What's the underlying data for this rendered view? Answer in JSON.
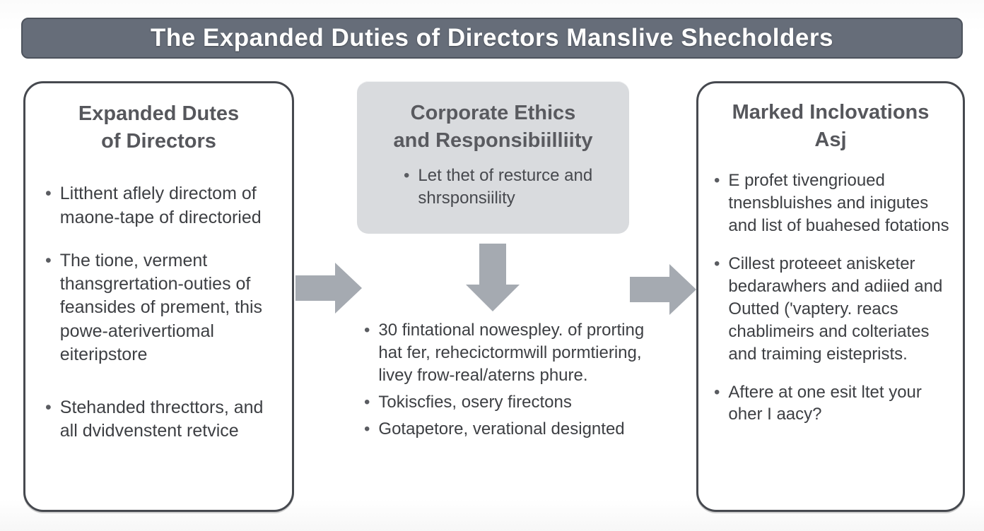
{
  "title": "The Expanded Duties of Directors Manslive Shecholders",
  "colors": {
    "title_bar_bg": "#666d79",
    "box_border": "#46494f",
    "middle_box_bg": "#d9dbde",
    "arrow": "#a5aab1",
    "heading_text": "#56575c",
    "body_text": "#3d3f43"
  },
  "icons": {
    "arrow_right": "arrow-right-icon",
    "arrow_down": "arrow-down-icon",
    "bullet": "•"
  },
  "left_box": {
    "heading_lines": [
      "Expanded Dutes",
      "of Directors"
    ],
    "bullets": [
      "Litthent aflely directom of maone-tape of directoried",
      "The tione, verment thansgrertation-outies of feansides of prement, this powe-aterivertiomal eiteripstore",
      "Stehanded threcttors, and all dvidvenstent retvice"
    ]
  },
  "middle_box": {
    "heading_lines": [
      "Corporate Ethics",
      "and Responsibiilliity"
    ],
    "bullets": [
      "Let thet of resturce and shrsponsiility"
    ]
  },
  "middle_lower": {
    "bullets": [
      "30 fintational nowespley. of prorting hat fer, rehecictormwill pormtiering, livey frow-real/aterns phure.",
      "Tokiscfies, osery firectons",
      "Gotapetore, verational designted"
    ]
  },
  "right_box": {
    "heading_lines": [
      "Marked Inclovations",
      "Asj"
    ],
    "bullets": [
      "E profet tivengrioued tnensbluishes and inigutes and list of buahesed fotations",
      "Cillest proteeet anisketer bedarawhers and adiied and Outted ('vaptery. reacs chablimeirs and colteriates and traiming eisteprists.",
      "Aftere at one esit ltet your oher I aacy?"
    ]
  }
}
